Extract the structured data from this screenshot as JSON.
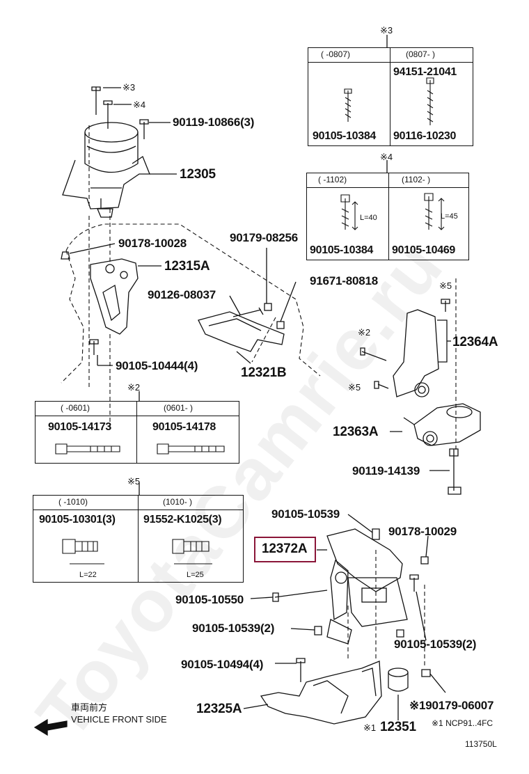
{
  "watermark": "ToyotaCamrie.ru",
  "tables": {
    "t3": {
      "mark": "※3",
      "h1": "(      -0807)",
      "h2": "(0807-      )",
      "p1": "90105-10384",
      "p2a": "94151-21041",
      "p2b": "90116-10230"
    },
    "t4": {
      "mark": "※4",
      "h1": "(      -1102)",
      "h2": "(1102-      )",
      "p1": "90105-10384",
      "p2": "90105-10469",
      "l1": "L=40",
      "l2": "L=45"
    },
    "t2": {
      "mark": "※2",
      "h1": "(      -0601)",
      "h2": "(0601-      )",
      "p1": "90105-14173",
      "p2": "90105-14178"
    },
    "t5": {
      "mark": "※5",
      "h1": "(      -1010)",
      "h2": "(1010-      )",
      "p1": "90105-10301(3)",
      "p2": "91552-K1025(3)",
      "l1": "L=22",
      "l2": "L=25"
    }
  },
  "labels": {
    "m3": "※3",
    "m4": "※4",
    "p_90119_10866": "90119-10866(3)",
    "p_12305": "12305",
    "p_90178_10028": "90178-10028",
    "p_12315A": "12315A",
    "p_90179_08256": "90179-08256",
    "p_91671_80818": "91671-80818",
    "p_90126_08037": "90126-08037",
    "p_12321B": "12321B",
    "p_90105_10444": "90105-10444(4)",
    "m5a": "※5",
    "p_12364A": "12364A",
    "m2": "※2",
    "m5b": "※5",
    "p_12363A": "12363A",
    "p_90119_14139": "90119-14139",
    "p_90105_10539a": "90105-10539",
    "p_12372A": "12372A",
    "p_90178_10029": "90178-10029",
    "p_90105_10550": "90105-10550",
    "p_90105_10539b": "90105-10539(2)",
    "p_90105_10539c": "90105-10539(2)",
    "p_90105_10494": "90105-10494(4)",
    "p_90179_06007": "※190179-06007",
    "p_12325A": "12325A",
    "p_12351": "12351",
    "m1": "※1",
    "front_jp": "車両前方",
    "front_en": "VEHICLE FRONT SIDE",
    "model_note": "※1 NCP91..4FC",
    "diagram_code": "113750L"
  }
}
